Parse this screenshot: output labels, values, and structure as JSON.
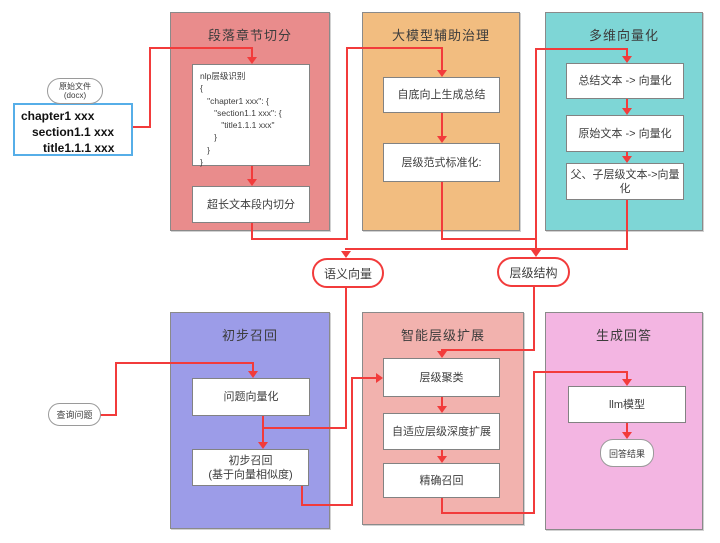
{
  "colors": {
    "connector_red": "#F23B3B",
    "segmentation_fill": "#E98C8C",
    "governance_fill": "#F2BD80",
    "vectorize_fill": "#7ED6D6",
    "recall_fill": "#9C9CE8",
    "expand_fill": "#F2B2AE",
    "answer_fill": "#F3B5E2",
    "source_box_border": "#56AEE8"
  },
  "inputs": {
    "source_ellipse_line1": "原始文件",
    "source_ellipse_line2": "(docx)",
    "source_lines": [
      "chapter1 xxx",
      "section1.1 xxx",
      "title1.1.1 xxx"
    ],
    "query_label": "查询问题"
  },
  "pipeline": {
    "seg": {
      "title": "段落章节切分",
      "nlp_text": "nlp层级识别\n{\n   \"chapter1 xxx\": {\n      \"section1.1 xxx\": {\n         \"title1.1.1 xxx\"\n      }\n   }\n}",
      "box2": "超长文本段内切分"
    },
    "llm_gov": {
      "title": "大模型辅助治理",
      "box1": "自底向上生成总结",
      "box2": "层级范式标准化:"
    },
    "vectorize": {
      "title": "多维向量化",
      "box1": "总结文本 -> 向量化",
      "box2": "原始文本 -> 向量化",
      "box3": "父、子层级文本->向量化"
    },
    "recall": {
      "title": "初步召回",
      "box1": "问题向量化",
      "box2_line1": "初步召回",
      "box2_line2": "(基于向量相似度)"
    },
    "expand": {
      "title": "智能层级扩展",
      "box1": "层级聚类",
      "box2": "自适应层级深度扩展",
      "box3": "精确召回"
    },
    "answer": {
      "title": "生成回答",
      "box1": "llm模型",
      "result": "回答结果"
    }
  },
  "middle": {
    "semantic_label": "语义向量",
    "hierarchy_label": "层级结构"
  }
}
